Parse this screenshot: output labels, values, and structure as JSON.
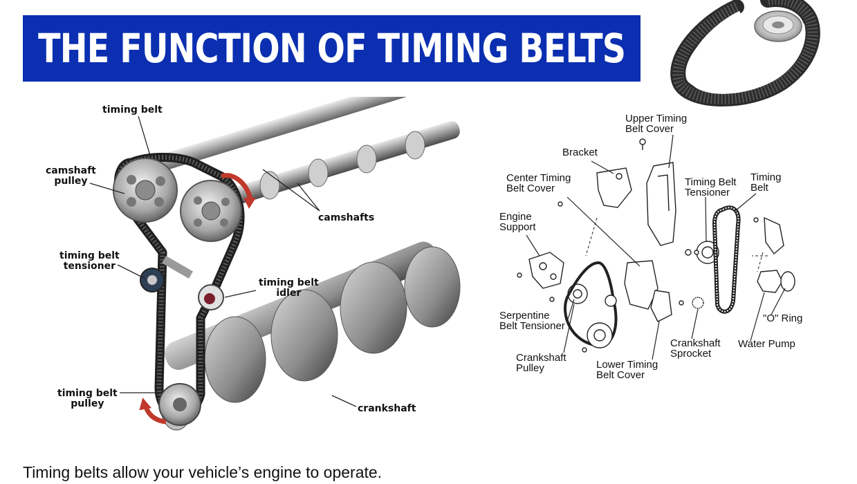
{
  "banner": {
    "title": "THE FUNCTION OF TIMING BELTS",
    "background": "#0b2fb0"
  },
  "left_diagram": {
    "labels": {
      "timing_belt": "timing belt",
      "camshaft_pulley": [
        "camshaft",
        "pulley"
      ],
      "camshafts": "camshafts",
      "timing_belt_tensioner": [
        "timing belt",
        "tensioner"
      ],
      "timing_belt_idler": [
        "timing belt",
        "idler"
      ],
      "timing_belt_pulley": [
        "timing belt",
        "pulley"
      ],
      "crankshaft": "crankshaft"
    },
    "accent": "#c0392b"
  },
  "right_diagram": {
    "labels": {
      "upper_timing_belt_cover": [
        "Upper Timing",
        "Belt Cover"
      ],
      "bracket": "Bracket",
      "center_timing_belt_cover": [
        "Center Timing",
        "Belt Cover"
      ],
      "timing_belt_tensioner": [
        "Timing Belt",
        "Tensioner"
      ],
      "timing_belt": [
        "Timing",
        "Belt"
      ],
      "engine_support": [
        "Engine",
        "Support"
      ],
      "o_ring": "\"O\" Ring",
      "serpentine_belt_tensioner": [
        "Serpentine",
        "Belt Tensioner"
      ],
      "crankshaft_sprocket": [
        "Crankshaft",
        "Sprocket"
      ],
      "water_pump": "Water Pump",
      "crankshaft_pulley": [
        "Crankshaft",
        "Pulley"
      ],
      "lower_timing_belt_cover": [
        "Lower Timing",
        "Belt Cover"
      ]
    }
  },
  "caption": "Timing belts allow your vehicle’s engine to operate."
}
